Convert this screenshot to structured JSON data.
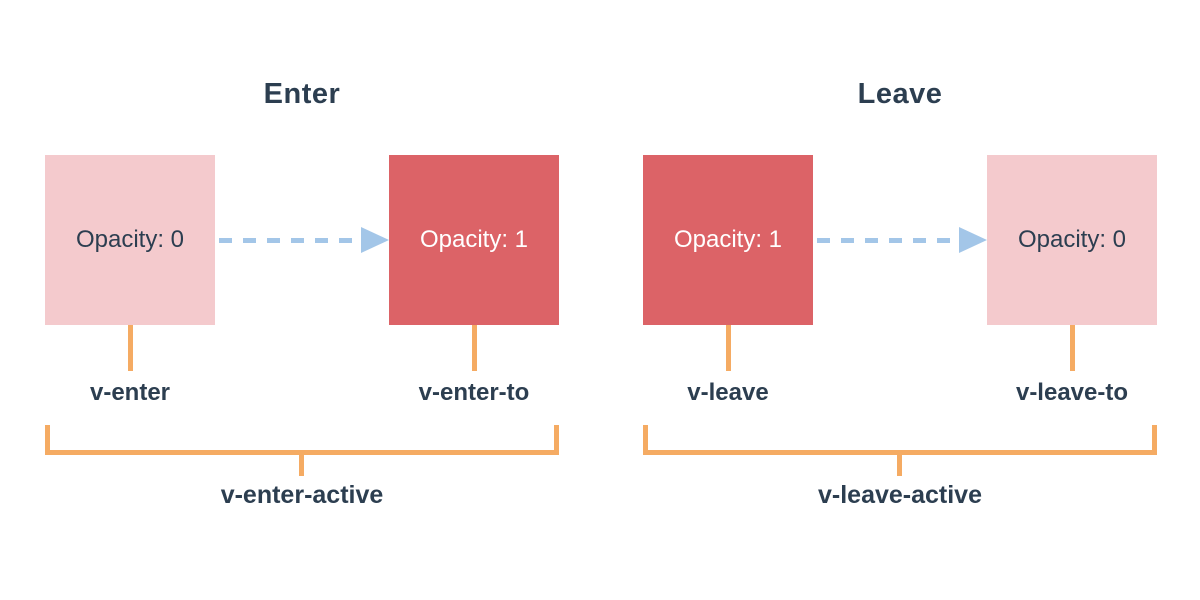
{
  "colors": {
    "background": "#ffffff",
    "text_dark": "#2c3e50",
    "box_pink": "#f4cacd",
    "box_red": "#dc6367",
    "box_text_on_red": "#ffffff",
    "arrow_blue": "#a3c6e8",
    "bracket_orange": "#f5ab63"
  },
  "panels": [
    {
      "title": "Enter",
      "start_box": {
        "label": "Opacity: 0",
        "variant": "pink"
      },
      "end_box": {
        "label": "Opacity: 1",
        "variant": "red"
      },
      "start_class": "v-enter",
      "end_class": "v-enter-to",
      "active_class": "v-enter-active"
    },
    {
      "title": "Leave",
      "start_box": {
        "label": "Opacity: 1",
        "variant": "red"
      },
      "end_box": {
        "label": "Opacity: 0",
        "variant": "pink"
      },
      "start_class": "v-leave",
      "end_class": "v-leave-to",
      "active_class": "v-leave-active"
    }
  ]
}
